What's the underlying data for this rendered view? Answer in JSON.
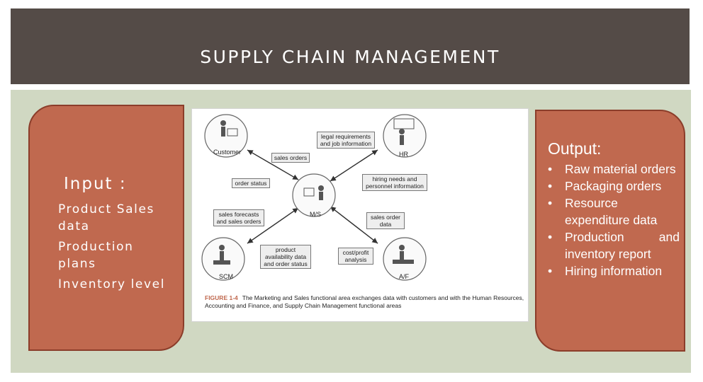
{
  "header": {
    "title": "SUPPLY CHAIN MANAGEMENT"
  },
  "input": {
    "heading": "Input :",
    "lines": [
      "Product Sales",
      "data",
      "Production",
      "plans",
      "Inventory level"
    ]
  },
  "output": {
    "heading": "Output:",
    "items": [
      "Raw material orders",
      "Packaging orders",
      "Resource expenditure data",
      "Production and inventory report",
      "Hiring information"
    ]
  },
  "figure": {
    "nodes": {
      "customer": "Customer",
      "hr": "HR",
      "ms": "M/S",
      "scm": "SCM",
      "af": "A/F"
    },
    "boxes": {
      "legal": "legal requirements and job information",
      "sales_orders": "sales orders",
      "order_status": "order status",
      "hiring": "hiring needs and personnel information",
      "forecasts": "sales forecasts and sales orders",
      "sales_order_data": "sales order data",
      "availability": "product availability data and order status",
      "cost": "cost/profit analysis"
    },
    "caption_num": "FIGURE 1-4",
    "caption_text": "The Marketing and Sales functional area exchanges data with customers and with the Human Resources, Accounting and Finance, and Supply Chain Management functional areas"
  }
}
